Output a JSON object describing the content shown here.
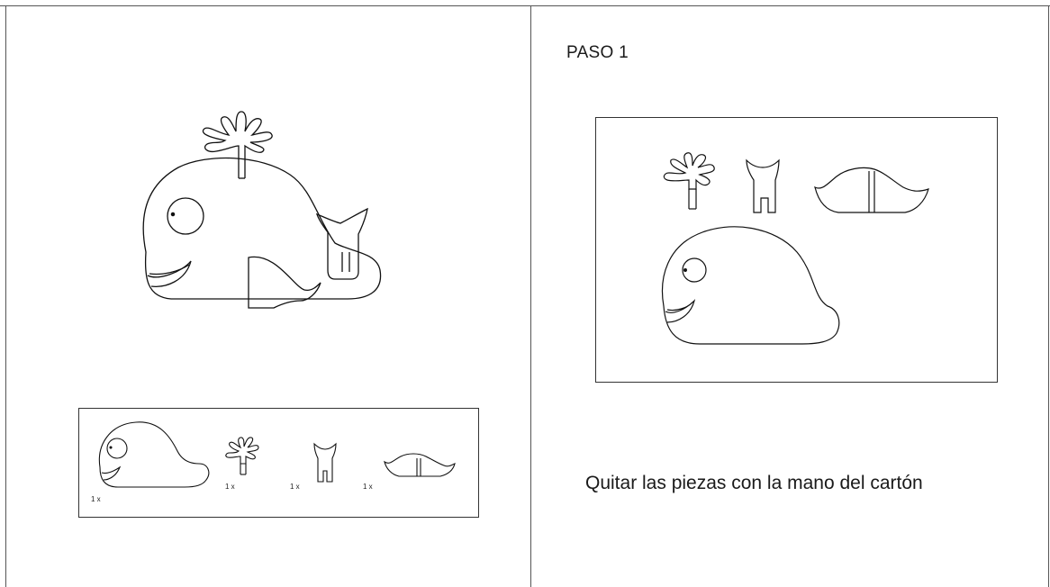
{
  "left_panel": {
    "parts_legend": {
      "quantities": [
        "1 x",
        "1 x",
        "1 x",
        "1 x"
      ]
    }
  },
  "right_panel": {
    "step_title": "PASO 1",
    "instruction": "Quitar las piezas con la mano del cartón"
  }
}
